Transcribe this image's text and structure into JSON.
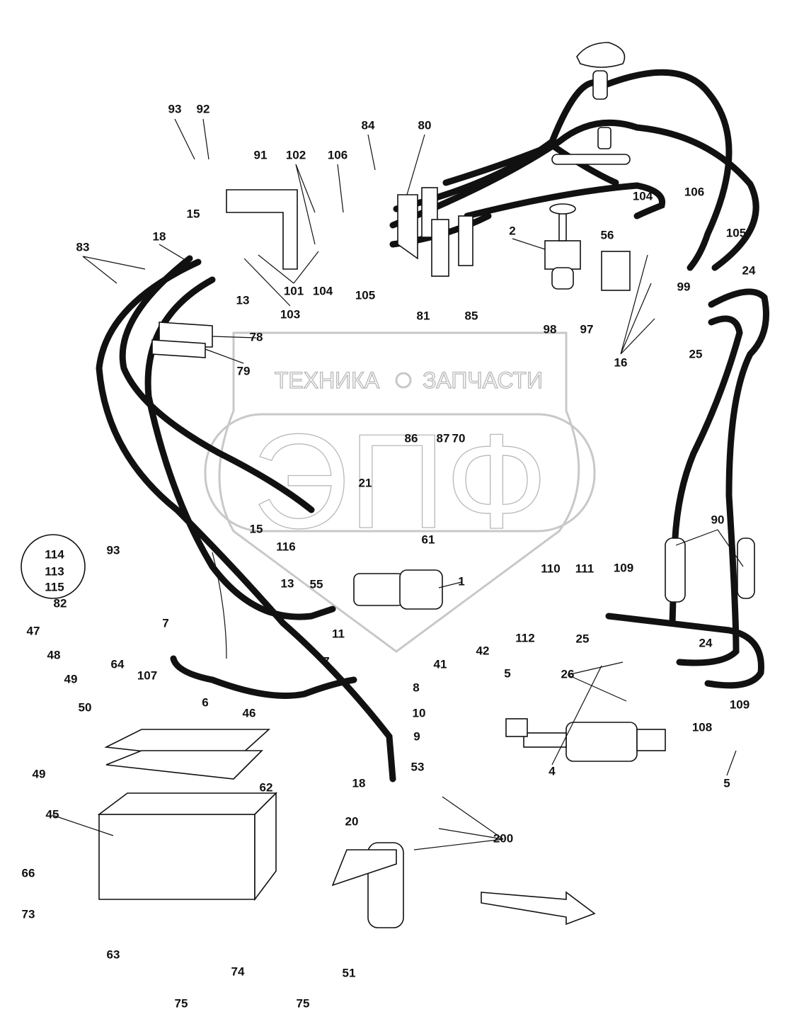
{
  "watermark": {
    "left_word": "ТЕХНИКА",
    "right_word": "ЗАПЧАСТИ",
    "logo": "ЭПФ",
    "icon": "gear-icon"
  },
  "labels": [
    "93",
    "92",
    "91",
    "102",
    "106",
    "84",
    "80",
    "15",
    "18",
    "83",
    "13",
    "103",
    "101",
    "104",
    "105",
    "81",
    "85",
    "2",
    "104",
    "56",
    "106",
    "105",
    "99",
    "24",
    "98",
    "97",
    "16",
    "25",
    "78",
    "79",
    "86",
    "87",
    "70",
    "21",
    "15",
    "116",
    "61",
    "1",
    "93",
    "114",
    "113",
    "115",
    "82",
    "13",
    "55",
    "11",
    "42",
    "41",
    "7",
    "7",
    "8",
    "10",
    "9",
    "6",
    "47",
    "48",
    "49",
    "50",
    "49",
    "64",
    "107",
    "46",
    "62",
    "45",
    "18",
    "53",
    "20",
    "200",
    "66",
    "73",
    "63",
    "74",
    "51",
    "75",
    "75",
    "110",
    "111",
    "109",
    "112",
    "25",
    "24",
    "90",
    "5",
    "26",
    "109",
    "108",
    "4",
    "5"
  ],
  "colors": {
    "line": "#111111",
    "watermark": "#c8c8c8"
  }
}
